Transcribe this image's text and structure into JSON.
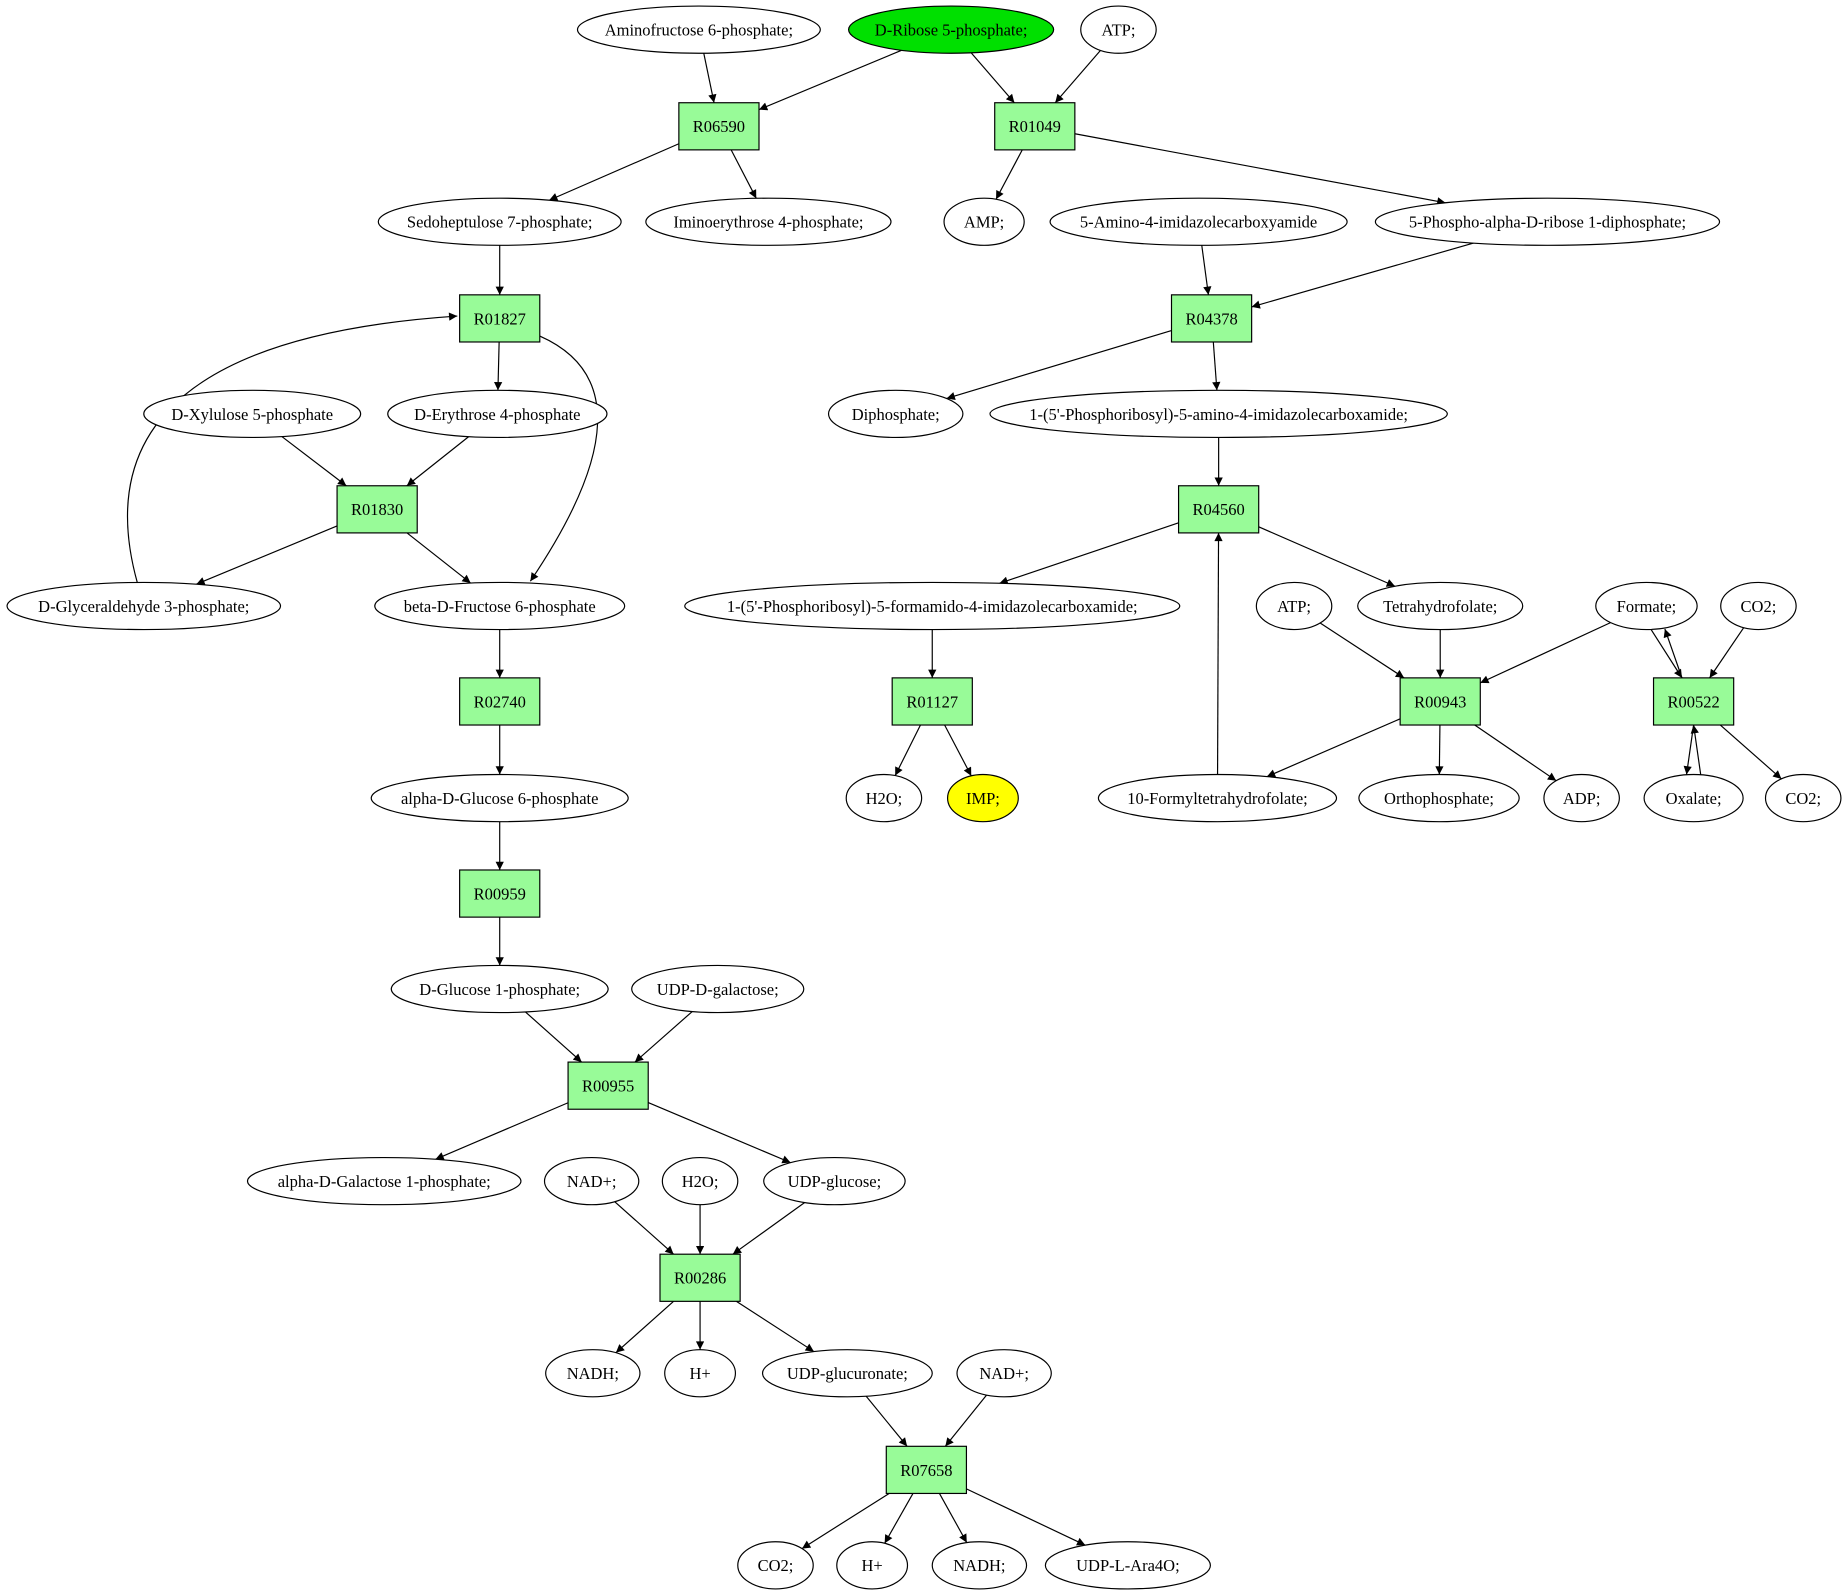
{
  "colors": {
    "reaction": "#98fb98",
    "source": "#00e000",
    "target": "#ffff00",
    "metabolite": "#ffffff"
  },
  "nodes": [
    {
      "id": "amino6p",
      "label": "Aminofructose 6-phosphate;",
      "kind": "metabolite"
    },
    {
      "id": "rib5p",
      "label": "D-Ribose 5-phosphate;",
      "kind": "source"
    },
    {
      "id": "atp1",
      "label": "ATP;",
      "kind": "metabolite"
    },
    {
      "id": "R06590",
      "label": "R06590",
      "kind": "reaction"
    },
    {
      "id": "R01049",
      "label": "R01049",
      "kind": "reaction"
    },
    {
      "id": "sedo",
      "label": "Sedoheptulose 7-phosphate;",
      "kind": "metabolite"
    },
    {
      "id": "imino",
      "label": "Iminoerythrose 4-phosphate;",
      "kind": "metabolite"
    },
    {
      "id": "amp",
      "label": "AMP;",
      "kind": "metabolite"
    },
    {
      "id": "aica",
      "label": "5-Amino-4-imidazolecarboxyamide",
      "kind": "metabolite"
    },
    {
      "id": "prpp",
      "label": "5-Phospho-alpha-D-ribose 1-diphosphate;",
      "kind": "metabolite"
    },
    {
      "id": "R01827",
      "label": "R01827",
      "kind": "reaction"
    },
    {
      "id": "R04378",
      "label": "R04378",
      "kind": "reaction"
    },
    {
      "id": "xylu",
      "label": "D-Xylulose 5-phosphate",
      "kind": "metabolite"
    },
    {
      "id": "eryth",
      "label": "D-Erythrose 4-phosphate",
      "kind": "metabolite"
    },
    {
      "id": "diph",
      "label": "Diphosphate;",
      "kind": "metabolite"
    },
    {
      "id": "aicar",
      "label": "1-(5'-Phosphoribosyl)-5-amino-4-imidazolecarboxamide;",
      "kind": "metabolite"
    },
    {
      "id": "R01830",
      "label": "R01830",
      "kind": "reaction"
    },
    {
      "id": "R04560",
      "label": "R04560",
      "kind": "reaction"
    },
    {
      "id": "g3p",
      "label": "D-Glyceraldehyde 3-phosphate;",
      "kind": "metabolite"
    },
    {
      "id": "bf6p",
      "label": "beta-D-Fructose 6-phosphate",
      "kind": "metabolite"
    },
    {
      "id": "faicar",
      "label": "1-(5'-Phosphoribosyl)-5-formamido-4-imidazolecarboxamide;",
      "kind": "metabolite"
    },
    {
      "id": "atp2",
      "label": "ATP;",
      "kind": "metabolite"
    },
    {
      "id": "thf",
      "label": "Tetrahydrofolate;",
      "kind": "metabolite"
    },
    {
      "id": "formate",
      "label": "Formate;",
      "kind": "metabolite"
    },
    {
      "id": "co2a",
      "label": "CO2;",
      "kind": "metabolite"
    },
    {
      "id": "R02740",
      "label": "R02740",
      "kind": "reaction"
    },
    {
      "id": "R01127",
      "label": "R01127",
      "kind": "reaction"
    },
    {
      "id": "R00943",
      "label": "R00943",
      "kind": "reaction"
    },
    {
      "id": "R00522",
      "label": "R00522",
      "kind": "reaction"
    },
    {
      "id": "ag6p",
      "label": "alpha-D-Glucose 6-phosphate",
      "kind": "metabolite"
    },
    {
      "id": "h2o1",
      "label": "H2O;",
      "kind": "metabolite"
    },
    {
      "id": "imp",
      "label": "IMP;",
      "kind": "target"
    },
    {
      "id": "fthf",
      "label": "10-Formyltetrahydrofolate;",
      "kind": "metabolite"
    },
    {
      "id": "ortho",
      "label": "Orthophosphate;",
      "kind": "metabolite"
    },
    {
      "id": "adp",
      "label": "ADP;",
      "kind": "metabolite"
    },
    {
      "id": "oxal",
      "label": "Oxalate;",
      "kind": "metabolite"
    },
    {
      "id": "co2b",
      "label": "CO2;",
      "kind": "metabolite"
    },
    {
      "id": "R00959",
      "label": "R00959",
      "kind": "reaction"
    },
    {
      "id": "g1p",
      "label": "D-Glucose 1-phosphate;",
      "kind": "metabolite"
    },
    {
      "id": "udpgal",
      "label": "UDP-D-galactose;",
      "kind": "metabolite"
    },
    {
      "id": "R00955",
      "label": "R00955",
      "kind": "reaction"
    },
    {
      "id": "agal1p",
      "label": "alpha-D-Galactose 1-phosphate;",
      "kind": "metabolite"
    },
    {
      "id": "nad1",
      "label": "NAD+;",
      "kind": "metabolite"
    },
    {
      "id": "h2o2",
      "label": "H2O;",
      "kind": "metabolite"
    },
    {
      "id": "udpglc",
      "label": "UDP-glucose;",
      "kind": "metabolite"
    },
    {
      "id": "R00286",
      "label": "R00286",
      "kind": "reaction"
    },
    {
      "id": "nadh1",
      "label": "NADH;",
      "kind": "metabolite"
    },
    {
      "id": "h1",
      "label": "H+",
      "kind": "metabolite"
    },
    {
      "id": "udpglca",
      "label": "UDP-glucuronate;",
      "kind": "metabolite"
    },
    {
      "id": "nad2",
      "label": "NAD+;",
      "kind": "metabolite"
    },
    {
      "id": "R07658",
      "label": "R07658",
      "kind": "reaction"
    },
    {
      "id": "co2c",
      "label": "CO2;",
      "kind": "metabolite"
    },
    {
      "id": "h2",
      "label": "H+",
      "kind": "metabolite"
    },
    {
      "id": "nadh2",
      "label": "NADH;",
      "kind": "metabolite"
    },
    {
      "id": "udpara",
      "label": "UDP-L-Ara4O;",
      "kind": "metabolite"
    }
  ],
  "edges": [
    [
      "amino6p",
      "R06590"
    ],
    [
      "rib5p",
      "R06590"
    ],
    [
      "rib5p",
      "R01049"
    ],
    [
      "atp1",
      "R01049"
    ],
    [
      "R06590",
      "sedo"
    ],
    [
      "R06590",
      "imino"
    ],
    [
      "R01049",
      "amp"
    ],
    [
      "R01049",
      "prpp"
    ],
    [
      "sedo",
      "R01827"
    ],
    [
      "aica",
      "R04378"
    ],
    [
      "prpp",
      "R04378"
    ],
    [
      "R01827",
      "eryth"
    ],
    [
      "R01827",
      "bf6p"
    ],
    [
      "g3p",
      "R01827"
    ],
    [
      "xylu",
      "R01830"
    ],
    [
      "eryth",
      "R01830"
    ],
    [
      "R01830",
      "g3p"
    ],
    [
      "R01830",
      "bf6p"
    ],
    [
      "R04378",
      "diph"
    ],
    [
      "R04378",
      "aicar"
    ],
    [
      "aicar",
      "R04560"
    ],
    [
      "R04560",
      "faicar"
    ],
    [
      "R04560",
      "thf"
    ],
    [
      "fthf",
      "R04560"
    ],
    [
      "faicar",
      "R01127"
    ],
    [
      "R01127",
      "h2o1"
    ],
    [
      "R01127",
      "imp"
    ],
    [
      "atp2",
      "R00943"
    ],
    [
      "thf",
      "R00943"
    ],
    [
      "formate",
      "R00943"
    ],
    [
      "R00943",
      "fthf"
    ],
    [
      "R00943",
      "ortho"
    ],
    [
      "R00943",
      "adp"
    ],
    [
      "formate",
      "R00522"
    ],
    [
      "R00522",
      "formate"
    ],
    [
      "co2a",
      "R00522"
    ],
    [
      "R00522",
      "oxal"
    ],
    [
      "oxal",
      "R00522"
    ],
    [
      "R00522",
      "co2b"
    ],
    [
      "bf6p",
      "R02740"
    ],
    [
      "R02740",
      "ag6p"
    ],
    [
      "ag6p",
      "R00959"
    ],
    [
      "R00959",
      "g1p"
    ],
    [
      "g1p",
      "R00955"
    ],
    [
      "udpgal",
      "R00955"
    ],
    [
      "R00955",
      "agal1p"
    ],
    [
      "R00955",
      "udpglc"
    ],
    [
      "nad1",
      "R00286"
    ],
    [
      "h2o2",
      "R00286"
    ],
    [
      "udpglc",
      "R00286"
    ],
    [
      "R00286",
      "nadh1"
    ],
    [
      "R00286",
      "h1"
    ],
    [
      "R00286",
      "udpglca"
    ],
    [
      "udpglca",
      "R07658"
    ],
    [
      "nad2",
      "R07658"
    ],
    [
      "R07658",
      "co2c"
    ],
    [
      "R07658",
      "h2"
    ],
    [
      "R07658",
      "nadh2"
    ],
    [
      "R07658",
      "udpara"
    ]
  ]
}
